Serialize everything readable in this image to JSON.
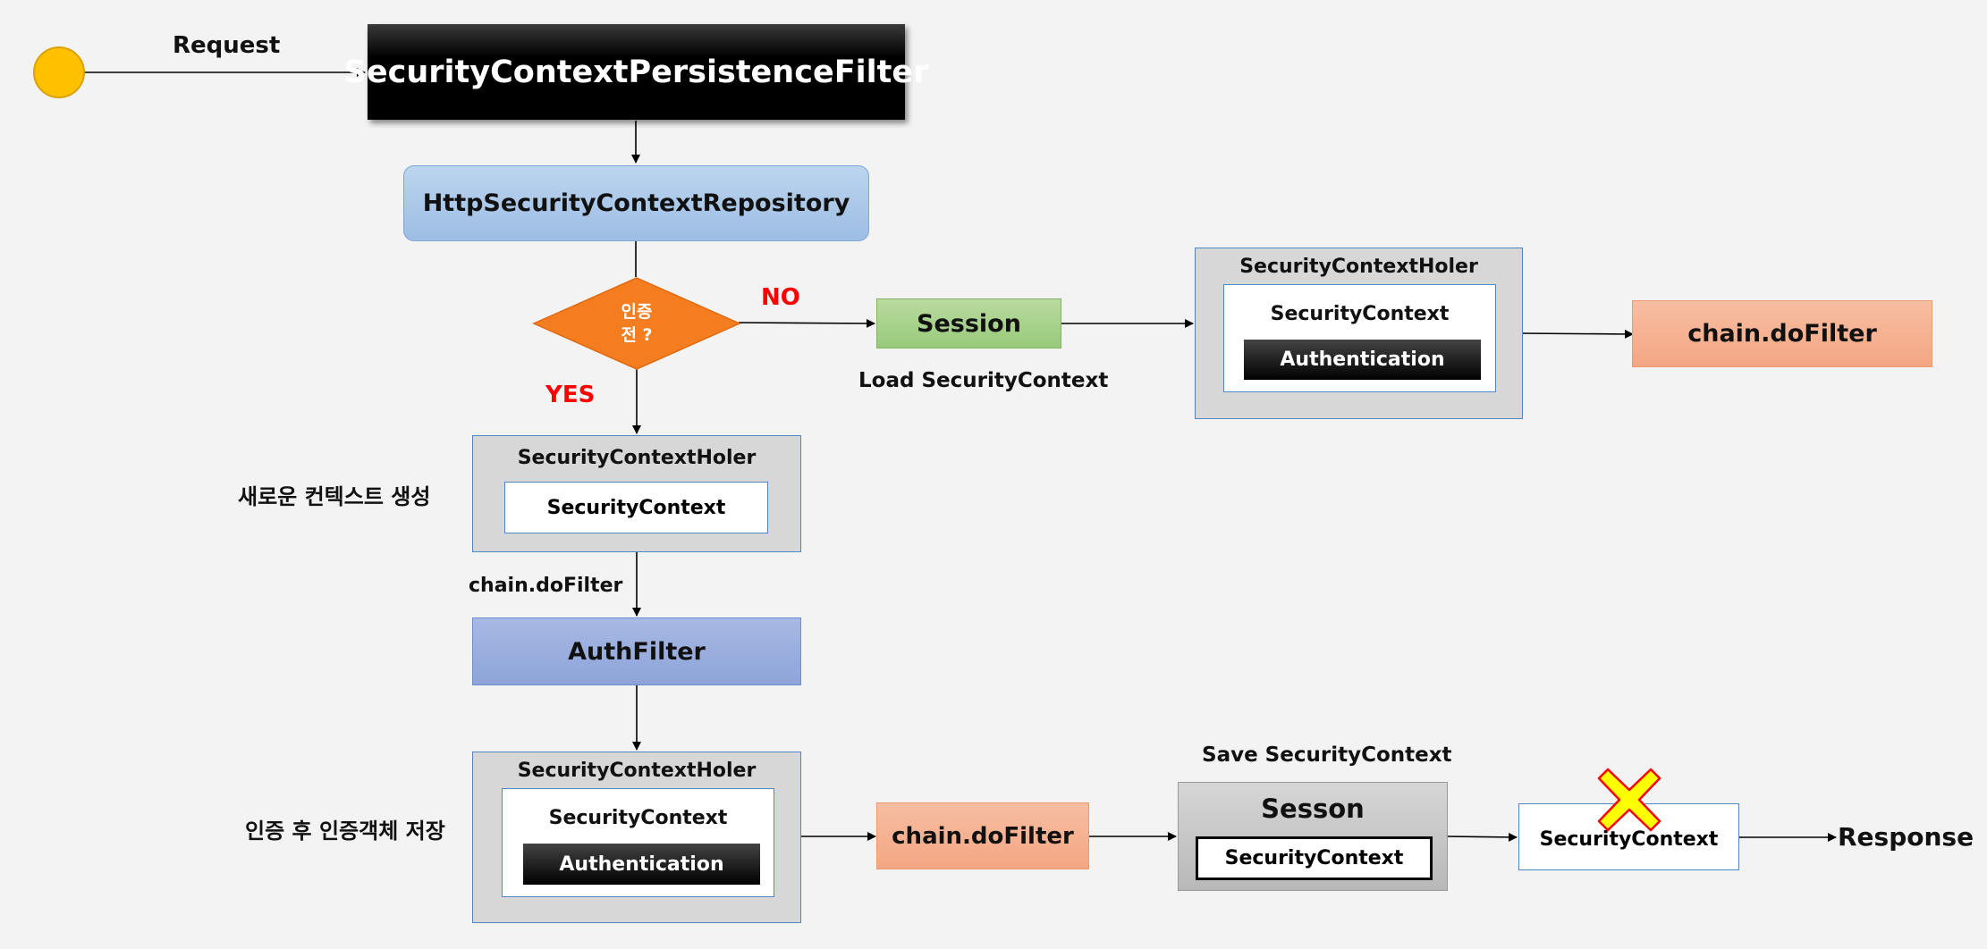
{
  "diagram": {
    "request_label": "Request",
    "persistence_filter": "SecurityContextPersistenceFilter",
    "repository": "HttpSecurityContextRepository",
    "decision": {
      "line1": "인증",
      "line2": "전 ?"
    },
    "no_label": "NO",
    "yes_label": "YES",
    "session": "Session",
    "load_label": "Load SecurityContext",
    "holder_top": {
      "title": "SecurityContextHoler",
      "context": "SecurityContext",
      "auth": "Authentication"
    },
    "chain_dofilter_top": "chain.doFilter",
    "new_context_label": "새로운 컨텍스트 생성",
    "holder_new": {
      "title": "SecurityContextHoler",
      "context": "SecurityContext"
    },
    "chain_dofilter_label": "chain.doFilter",
    "auth_filter": "AuthFilter",
    "after_auth_label": "인증 후 인증객체 저장",
    "holder_auth": {
      "title": "SecurityContextHoler",
      "context": "SecurityContext",
      "auth": "Authentication"
    },
    "chain_dofilter_bottom": "chain.doFilter",
    "save_label": "Save SecurityContext",
    "sesson": {
      "title": "Sesson",
      "context": "SecurityContext"
    },
    "cleared_context": "SecurityContext",
    "response_label": "Response",
    "colors": {
      "start_circle": "#ffc000",
      "decision": "#f47d20",
      "no_yes": "#ff0000",
      "clear_cross": "#ffff00"
    }
  }
}
